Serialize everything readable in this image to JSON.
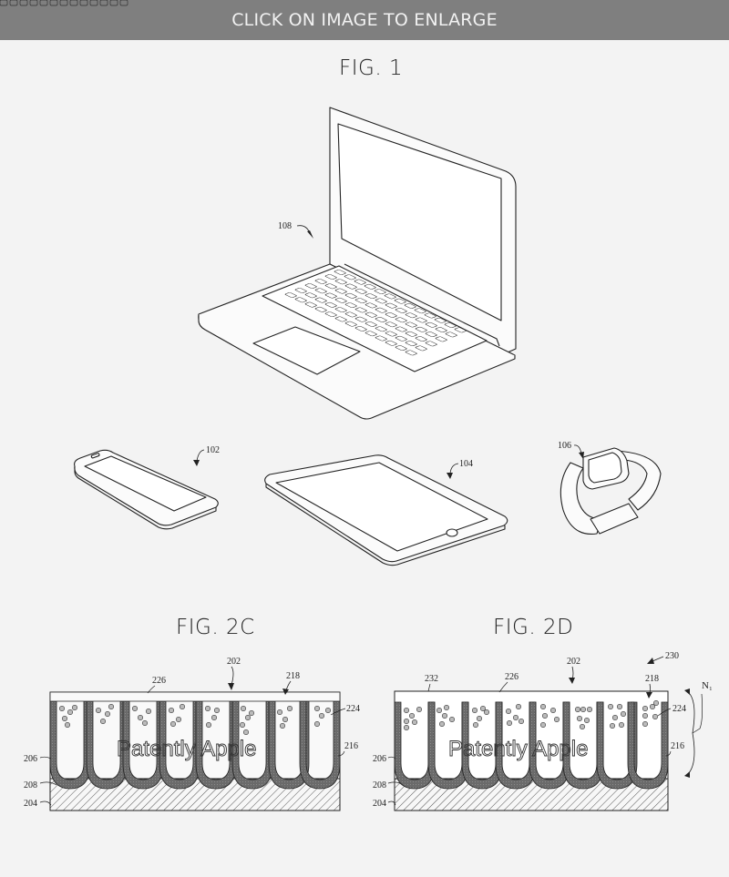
{
  "banner": {
    "text": "CLICK ON IMAGE TO ENLARGE"
  },
  "figures": {
    "fig1": {
      "title": "FIG. 1",
      "devices": [
        {
          "ref": "108",
          "device": "laptop"
        },
        {
          "ref": "102",
          "device": "phone"
        },
        {
          "ref": "104",
          "device": "tablet"
        },
        {
          "ref": "106",
          "device": "watch"
        }
      ]
    },
    "fig2c": {
      "title": "FIG. 2C",
      "watermark": "Patently Apple",
      "refs": {
        "r202": "202",
        "r226": "226",
        "r218": "218",
        "r224": "224",
        "r216": "216",
        "r206": "206",
        "r208": "208",
        "r204": "204"
      }
    },
    "fig2d": {
      "title": "FIG. 2D",
      "watermark": "Patently Apple",
      "refs": {
        "r230": "230",
        "r202": "202",
        "r232": "232",
        "r226": "226",
        "r218": "218",
        "r224": "224",
        "r216": "216",
        "r206": "206",
        "r208": "208",
        "r204": "204",
        "rN1": "N₁"
      }
    }
  },
  "colors": {
    "banner_bg": "#7f7f7f",
    "page_bg": "#f3f3f3",
    "layer_dark": "#6e6e6e",
    "line": "#222222"
  }
}
